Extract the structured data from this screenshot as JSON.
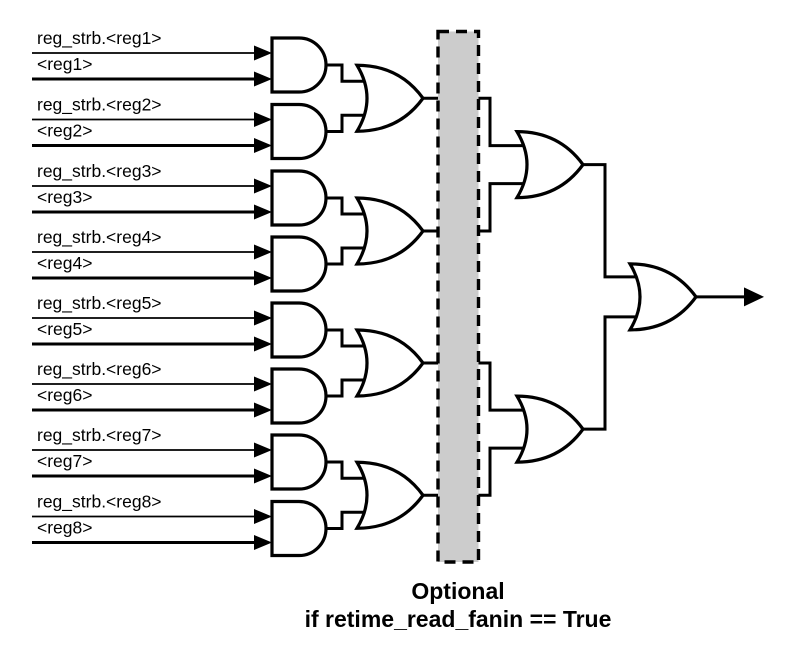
{
  "diagram": {
    "inputs": [
      {
        "strb": "reg_strb.<reg1>",
        "reg": "<reg1>"
      },
      {
        "strb": "reg_strb.<reg2>",
        "reg": "<reg2>"
      },
      {
        "strb": "reg_strb.<reg3>",
        "reg": "<reg3>"
      },
      {
        "strb": "reg_strb.<reg4>",
        "reg": "<reg4>"
      },
      {
        "strb": "reg_strb.<reg5>",
        "reg": "<reg5>"
      },
      {
        "strb": "reg_strb.<reg6>",
        "reg": "<reg6>"
      },
      {
        "strb": "reg_strb.<reg7>",
        "reg": "<reg7>"
      },
      {
        "strb": "reg_strb.<reg8>",
        "reg": "<reg8>"
      }
    ],
    "caption": {
      "line1": "Optional",
      "line2": "if retime_read_fanin == True"
    },
    "colors": {
      "line": "#000000",
      "gate_fill": "#ffffff",
      "retime_box_fill": "#cccccc",
      "background": "#ffffff"
    }
  }
}
